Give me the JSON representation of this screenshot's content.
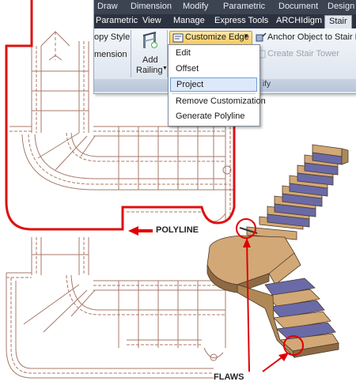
{
  "menubar": {
    "items": [
      "Draw",
      "Dimension",
      "Modify",
      "Parametric",
      "Document",
      "Design"
    ]
  },
  "tabs": {
    "items": [
      "Parametric",
      "View",
      "Manage",
      "Express Tools",
      "ARCHIdigm",
      "Stair"
    ],
    "active": "Stair"
  },
  "ribbon": {
    "copy_style_label": "opy Style",
    "dimension_label": "mension",
    "add_railing_line1": "Add",
    "add_railing_line2": "Railing",
    "customize_edge_label": "Customize Edge",
    "anchor_label": "Anchor Object to Stair La",
    "create_tower_label": "Create Stair Tower",
    "panel_footer_label": "ify"
  },
  "dropdown": {
    "items": [
      "Edit",
      "Offset",
      "Project",
      "Remove Customization",
      "Generate Polyline"
    ],
    "highlighted": "Project"
  },
  "annotations": {
    "polyline": "POLYLINE",
    "flaws": "FLAWS"
  },
  "colors": {
    "polyline_red": "#dd1111",
    "stair_linework": "#a87a6a",
    "tread_wood": "#d2a877",
    "riser_blue": "#6a6aa8",
    "callout_red": "#e00000"
  }
}
